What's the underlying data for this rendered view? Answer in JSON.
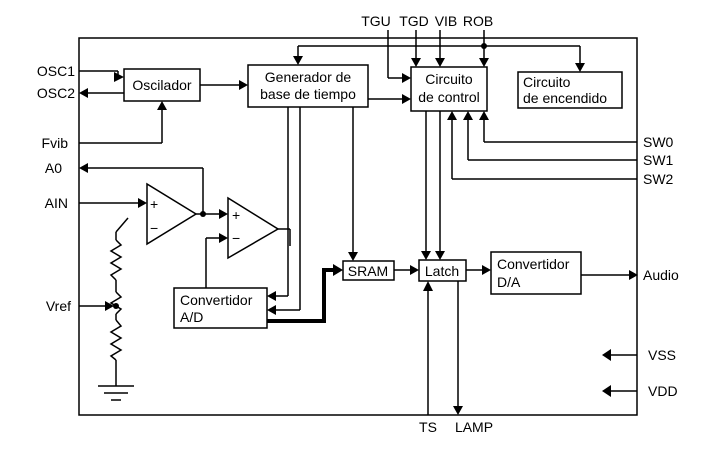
{
  "blocks": {
    "oscilador": "Oscilador",
    "generador_l1": "Generador de",
    "generador_l2": "base de tiempo",
    "control_l1": "Circuito",
    "control_l2": "de control",
    "encendido_l1": "Circuito",
    "encendido_l2": "de encendido",
    "ad_l1": "Convertidor",
    "ad_l2": "A/D",
    "sram": "SRAM",
    "latch": "Latch",
    "da_l1": "Convertidor",
    "da_l2": "D/A"
  },
  "opamp_signs": {
    "plus": "+",
    "minus": "−"
  },
  "pins": {
    "osc1": "OSC1",
    "osc2": "OSC2",
    "fvib": "Fvib",
    "a0": "A0",
    "ain": "AIN",
    "vref": "Vref",
    "tgu": "TGU",
    "tgd": "TGD",
    "vib": "VIB",
    "rob": "ROB",
    "sw0": "SW0",
    "sw1": "SW1",
    "sw2": "SW2",
    "audio": "Audio",
    "vss": "VSS",
    "vdd": "VDD",
    "ts": "TS",
    "lamp": "LAMP"
  }
}
